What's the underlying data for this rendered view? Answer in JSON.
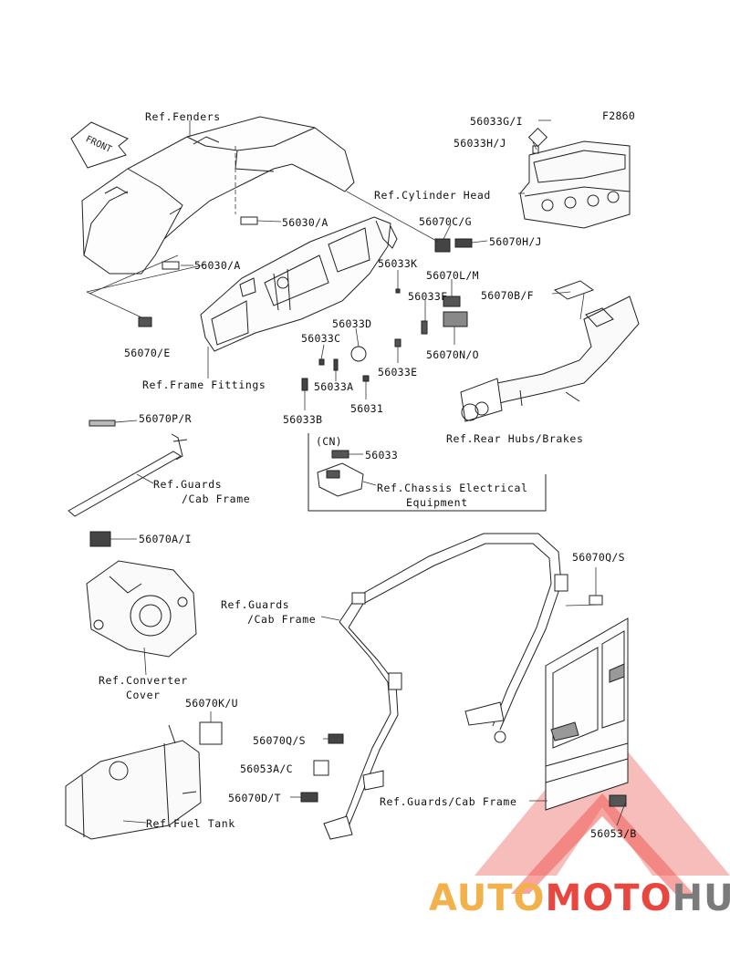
{
  "diagram": {
    "code": "F2860",
    "front_label": "FRONT",
    "part_numbers": {
      "p56033G_I": "56033G/I",
      "p56033H_J": "56033H/J",
      "p56030A_1": "56030/A",
      "p56030A_2": "56030/A",
      "p56070C_G": "56070C/G",
      "p56070H_J": "56070H/J",
      "p56033K": "56033K",
      "p56070L_M": "56070L/M",
      "p56070B_F": "56070B/F",
      "p56033F": "56033F",
      "p56033D": "56033D",
      "p56033C": "56033C",
      "p56033E": "56033E",
      "p56070N_O": "56070N/O",
      "p56070E": "56070/E",
      "p56033A": "56033A",
      "p56031": "56031",
      "p56033B": "56033B",
      "p56070P_R": "56070P/R",
      "p56033": "56033",
      "p56070A_I": "56070A/I",
      "p56070Q_S_1": "56070Q/S",
      "p56070K_U": "56070K/U",
      "p56070Q_S_2": "56070Q/S",
      "p56053A_C": "56053A/C",
      "p56070D_T": "56070D/T",
      "p56053B": "56053/B"
    },
    "refs": {
      "fenders": "Ref.Fenders",
      "cylinder_head": "Ref.Cylinder Head",
      "frame_fittings": "Ref.Frame Fittings",
      "rear_hubs": "Ref.Rear Hubs/Brakes",
      "guards_cab_1a": "Ref.Guards",
      "guards_cab_1b": "/Cab Frame",
      "chassis_elec_a": "Ref.Chassis Electrical",
      "chassis_elec_b": "Equipment",
      "cn_label": "(CN)",
      "converter_a": "Ref.Converter",
      "converter_b": "Cover",
      "guards_cab_2a": "Ref.Guards",
      "guards_cab_2b": "/Cab Frame",
      "guards_cab_3": "Ref.Guards/Cab Frame",
      "fuel_tank": "Ref.Fuel Tank"
    }
  },
  "watermark": {
    "part1": "AUTO",
    "part2": "MOTO",
    "part3": "HUB",
    "color_auto": "#f2b14a",
    "color_moto": "#e8473f",
    "color_hub": "#7b7b7b"
  }
}
